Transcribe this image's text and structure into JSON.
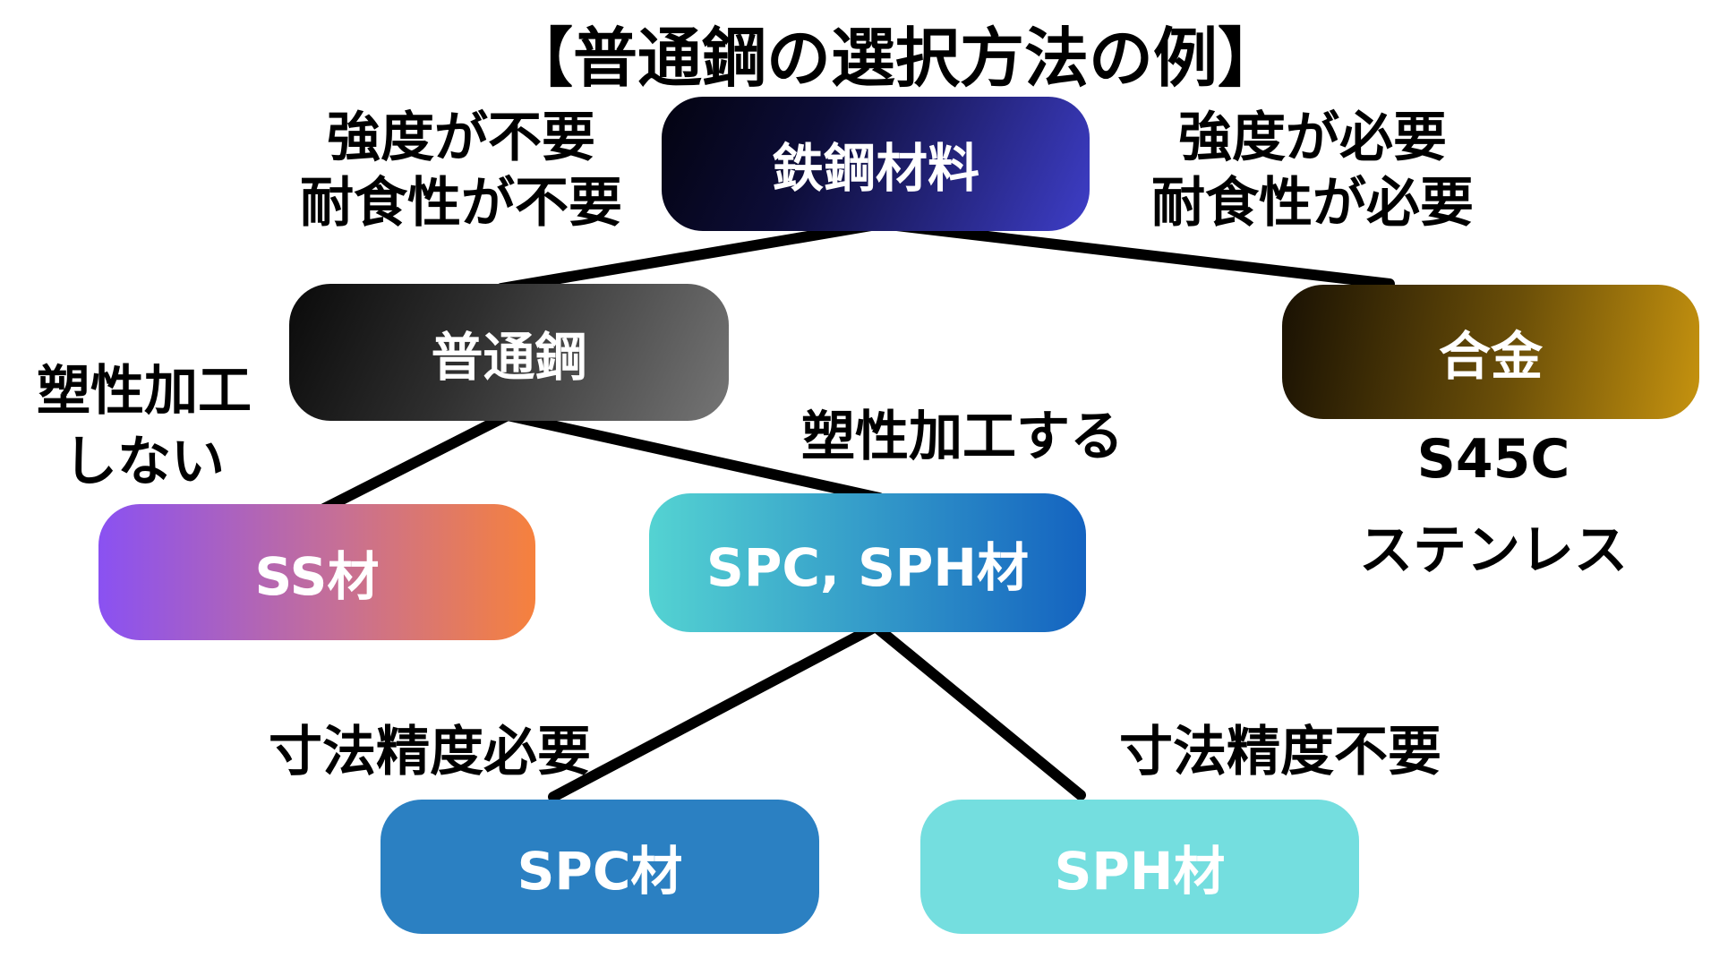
{
  "title": "【普通鋼の選択方法の例】",
  "nodes": {
    "steel_material": {
      "label": "鉄鋼材料"
    },
    "plain_steel": {
      "label": "普通鋼"
    },
    "alloy": {
      "label": "合金"
    },
    "ss": {
      "label": "SS材"
    },
    "spc_sph": {
      "label": "SPC, SPH材"
    },
    "spc": {
      "label": "SPC材"
    },
    "sph": {
      "label": "SPH材"
    }
  },
  "edge_labels": {
    "strength_not_required": "強度が不要",
    "corrosion_not_required": "耐食性が不要",
    "strength_required": "強度が必要",
    "corrosion_required": "耐食性が必要",
    "no_plastic_working_line1": "塑性加工",
    "no_plastic_working_line2": "しない",
    "plastic_working": "塑性加工する",
    "dimension_accuracy_required": "寸法精度必要",
    "dimension_accuracy_not_required": "寸法精度不要"
  },
  "annotations": {
    "alloy_example_1": "S45C",
    "alloy_example_2": "ステンレス"
  },
  "colors": {
    "background": "#ffffff",
    "connector": "#000000",
    "label_text": "#000000",
    "node_text": "#ffffff",
    "steel_material_gradient": [
      "#030310",
      "#3e3ec8"
    ],
    "plain_steel_gradient": [
      "#0a0a0a",
      "#757575"
    ],
    "alloy_gradient": [
      "#191103",
      "#c6930f"
    ],
    "ss_gradient": [
      "#8a51f2",
      "#f6813d"
    ],
    "spc_sph_gradient": [
      "#54d3d2",
      "#1463c0"
    ],
    "spc_fill": "#2b80c2",
    "sph_fill": "#74dedf"
  }
}
